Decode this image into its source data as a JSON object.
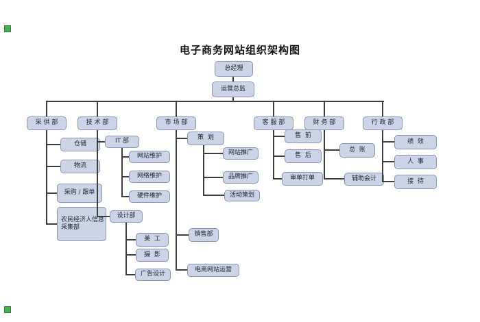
{
  "title": "电子商务网站组织架构图",
  "colors": {
    "node_fill": "#ccd4e8",
    "node_border": "#8894b5",
    "connector": "#3c3c3c",
    "marker_green": "#4caf50"
  },
  "org": {
    "general_manager": "总经理",
    "operations_director": "运营总监",
    "departments": [
      {
        "label": "采 供 部",
        "children": [
          {
            "label": "仓储"
          },
          {
            "label": "物流"
          },
          {
            "label": "采购 / 跟单"
          },
          {
            "label": "农民经济人信息采集部"
          }
        ]
      },
      {
        "label": "技 术 部",
        "children": [
          {
            "label": "IT 部",
            "children": [
              {
                "label": "网站维护"
              },
              {
                "label": "网络维护"
              },
              {
                "label": "硬件维护"
              }
            ]
          },
          {
            "label": "设计部",
            "children": [
              {
                "label": "美  工"
              },
              {
                "label": "摄  影"
              },
              {
                "label": "广告设计"
              }
            ]
          }
        ]
      },
      {
        "label": "市 场 部",
        "children": [
          {
            "label": "策  划",
            "children": [
              {
                "label": "网站推广"
              },
              {
                "label": "品牌推广"
              },
              {
                "label": "活动策划"
              }
            ]
          },
          {
            "label": "销售部"
          },
          {
            "label": "电商网站运营"
          }
        ]
      },
      {
        "label": "客 服 部",
        "children": [
          {
            "label": "售  前"
          },
          {
            "label": "售  后"
          },
          {
            "label": "审单打单"
          }
        ]
      },
      {
        "label": "财 务 部",
        "children": [
          {
            "label": "总  账"
          },
          {
            "label": "辅助会计"
          }
        ]
      },
      {
        "label": "行 政 部",
        "children": [
          {
            "label": "绩  效"
          },
          {
            "label": "人  事"
          },
          {
            "label": "接  待"
          }
        ]
      }
    ]
  }
}
